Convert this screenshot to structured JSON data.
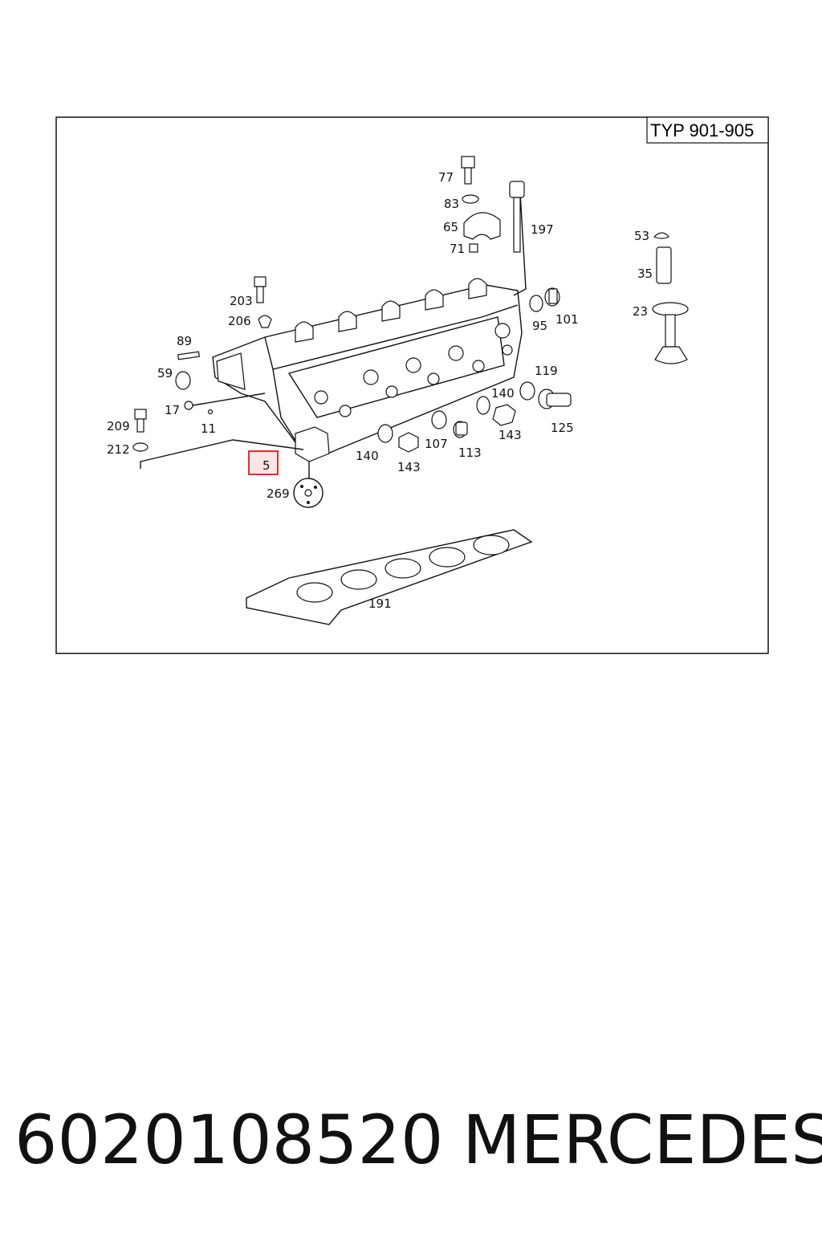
{
  "header": {
    "type_label": "TYP 901-905"
  },
  "callouts": [
    {
      "id": "77",
      "label": "77"
    },
    {
      "id": "83",
      "label": "83"
    },
    {
      "id": "65",
      "label": "65"
    },
    {
      "id": "71",
      "label": "71"
    },
    {
      "id": "197",
      "label": "197"
    },
    {
      "id": "53",
      "label": "53"
    },
    {
      "id": "35",
      "label": "35"
    },
    {
      "id": "23",
      "label": "23"
    },
    {
      "id": "203",
      "label": "203"
    },
    {
      "id": "206",
      "label": "206"
    },
    {
      "id": "95",
      "label": "95"
    },
    {
      "id": "101",
      "label": "101"
    },
    {
      "id": "89",
      "label": "89"
    },
    {
      "id": "59",
      "label": "59"
    },
    {
      "id": "119",
      "label": "119"
    },
    {
      "id": "17",
      "label": "17"
    },
    {
      "id": "140a",
      "label": "140"
    },
    {
      "id": "209",
      "label": "209"
    },
    {
      "id": "11",
      "label": "11"
    },
    {
      "id": "125",
      "label": "125"
    },
    {
      "id": "143a",
      "label": "143"
    },
    {
      "id": "212",
      "label": "212"
    },
    {
      "id": "107",
      "label": "107"
    },
    {
      "id": "113",
      "label": "113"
    },
    {
      "id": "140b",
      "label": "140"
    },
    {
      "id": "143b",
      "label": "143"
    },
    {
      "id": "5",
      "label": "5",
      "highlighted": true
    },
    {
      "id": "269",
      "label": "269"
    },
    {
      "id": "191",
      "label": "191"
    }
  ],
  "footer": {
    "part_number": "6020108520",
    "brand": "MERCEDES"
  },
  "colors": {
    "highlight_border": "#e03030",
    "highlight_fill": "#fbe6e6",
    "line": "#111111"
  }
}
